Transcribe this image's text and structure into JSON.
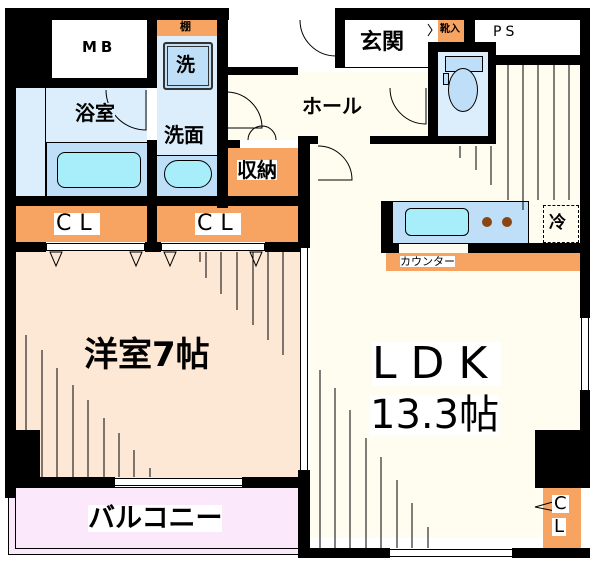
{
  "floorplan": {
    "rooms": {
      "mb": {
        "label": "MB"
      },
      "shelf": {
        "label": "棚"
      },
      "washer": {
        "label": "洗"
      },
      "bathroom": {
        "label": "浴室"
      },
      "washroom": {
        "label": "洗面"
      },
      "storage": {
        "label": "収納"
      },
      "entrance": {
        "label": "玄関"
      },
      "shoe_cabinet": {
        "label": "靴入"
      },
      "ps": {
        "label": "PS"
      },
      "hall": {
        "label": "ホール"
      },
      "closet_1": {
        "label": "CL"
      },
      "closet_2": {
        "label": "CL"
      },
      "western_room": {
        "label": "洋室7帖"
      },
      "fridge": {
        "label": "冷"
      },
      "counter": {
        "label": "カウンター"
      },
      "ldk": {
        "label": "LDK",
        "size": "13.3帖"
      },
      "balcony": {
        "label": "バルコニー"
      },
      "closet_3": {
        "label_top": "C",
        "label_bottom": "L"
      }
    },
    "colors": {
      "wall": "#000000",
      "closet": "#F7A462",
      "wet_area": "#DCEEFC",
      "fixture": "#BFDFF8",
      "tub": "#A8EEFA",
      "western_room": "#FDE8D6",
      "ldk": "#FFFDF0",
      "balcony": "#FBE9FB",
      "burner": "#8B4513"
    }
  }
}
